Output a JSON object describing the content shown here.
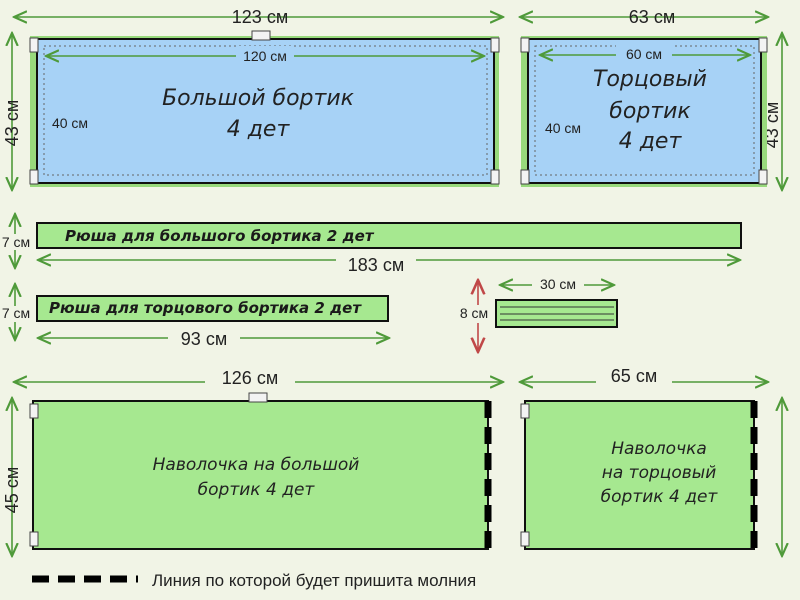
{
  "big_border": {
    "outer_width": "123 см",
    "inner_width": "120 см",
    "outer_height": "43 см",
    "inner_height": "40 см",
    "label_line1": "Большой бортик",
    "label_line2": "4 дет"
  },
  "end_border": {
    "outer_width": "63 см",
    "inner_width": "60 см",
    "outer_height": "43 см",
    "inner_height": "40 см",
    "label_line1": "Торцовый",
    "label_line2": "бортик",
    "label_line3": "4 дет"
  },
  "ruffle_big": {
    "height": "7 см",
    "length": "183 см",
    "label": "Рюша для большого бортика 2 дет"
  },
  "ruffle_end": {
    "height": "7 см",
    "length": "93 см",
    "label": "Рюша для торцового бортика 2 дет"
  },
  "tie": {
    "width": "30 см",
    "height": "8 см"
  },
  "cover_big": {
    "width": "126 см",
    "height": "45 см",
    "label_line1": "Наволочка на большой",
    "label_line2": "бортик 4 дет"
  },
  "cover_end": {
    "width": "65 см",
    "label_line1": "Наволочка",
    "label_line2": "на торцовый",
    "label_line3": "бортик 4 дет"
  },
  "legend": {
    "text": "Линия по которой будет пришита молния"
  },
  "colors": {
    "fabric_green": "#a6e890",
    "fabric_blue": "#a7d2f6",
    "arrow_green": "#4f9a3a",
    "arrow_red": "#c04848"
  }
}
